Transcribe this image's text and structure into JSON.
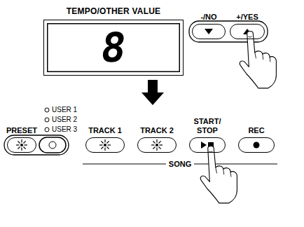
{
  "diagram": {
    "nodes": [
      {
        "text": [
          "TEMPO/OTHER VALUE",
          "8"
        ]
      },
      {
        "text": [
          "-/NO"
        ]
      },
      {
        "text": [
          "+/YES"
        ]
      },
      {
        "text": [
          "PRESET"
        ]
      },
      {
        "text": [
          "TRACK 1"
        ]
      },
      {
        "text": [
          "TRACK 2"
        ]
      },
      {
        "text": [
          "START/ STOP"
        ]
      },
      {
        "text": [
          "REC"
        ]
      }
    ],
    "labels": [
      "USER 1",
      "USER 2",
      "USER 3",
      "SONG"
    ]
  }
}
